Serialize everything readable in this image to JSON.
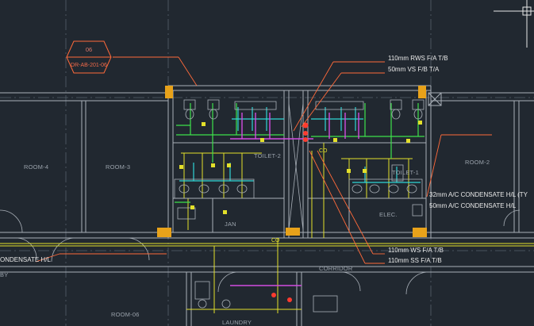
{
  "drawing": {
    "background": "#212830",
    "colors": {
      "wall": "#a9b0b8",
      "grid": "#56606b",
      "yellow_pipe": "#e3e02a",
      "green_pipe": "#3ee24a",
      "cyan_pipe": "#2fd6d6",
      "magenta_pipe": "#d24ce0",
      "leader": "#ff6a3a",
      "door_orange": "#e8a21a"
    },
    "section_tag": {
      "number": "06",
      "reference": "DR-AB-201-06"
    },
    "rooms": {
      "room4": "ROOM-4",
      "room3": "ROOM-3",
      "toilet2": "TOILET-2",
      "toilet1": "TOILET-1",
      "room2": "ROOM-2",
      "jan": "JAN",
      "elec": "ELEC.",
      "corridor": "CORRIDOR",
      "room06": "ROOM-06",
      "laundry": "LAUNDRY",
      "lobby_partial": "BY"
    },
    "annotations": {
      "rws": "110mm RWS F/A T/B",
      "vs": "50mm VS F/B T/A",
      "ac1": "32mm A/C CONDENSATE H/L (TY",
      "vs2": "50mm A/C CONDENSATE H/L",
      "ws": "110mm WS F/A T/B",
      "ss": "110mm SS F/A T/B",
      "condensate_left": "ONDENSATE H/L",
      "co1": "CO",
      "co2": "CO"
    },
    "icons": [
      "ucs-crosshair-icon",
      "wc-fixture-icon",
      "washbasin-icon",
      "valve-icon"
    ]
  }
}
